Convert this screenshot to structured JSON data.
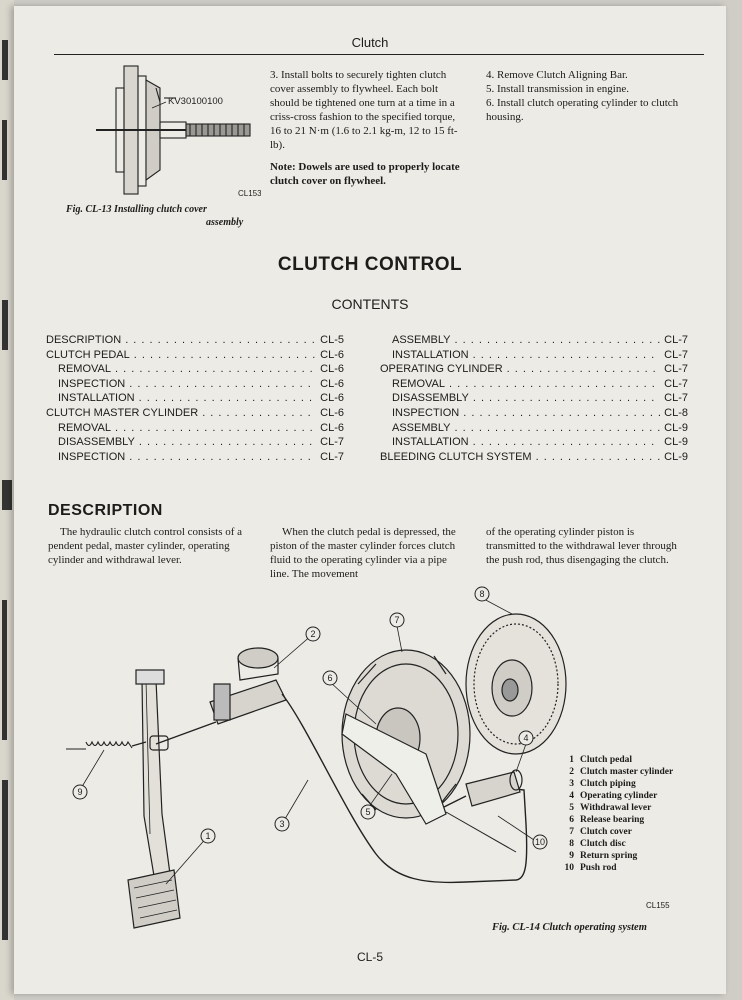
{
  "header": {
    "title": "Clutch"
  },
  "fig13": {
    "tool_code": "KV30100100",
    "ref": "CL153",
    "caption_line1": "Fig. CL-13  Installing clutch cover",
    "caption_line2": "assembly"
  },
  "install": {
    "step3": "3.  Install bolts to securely tighten clutch cover assembly to flywheel. Each bolt should be tightened one turn at a time in a criss-cross fashion to the specified torque, 16 to 21 N·m (1.6 to 2.1 kg-m, 12 to 15 ft-lb).",
    "note": "Note:  Dowels are used to properly locate clutch cover on flywheel.",
    "step4": "4.  Remove Clutch Aligning Bar.",
    "step5": "5.  Install transmission in engine.",
    "step6": "6.  Install clutch operating cylinder to clutch housing."
  },
  "section": {
    "title": "CLUTCH CONTROL",
    "contents_title": "CONTENTS"
  },
  "toc_left": [
    {
      "label": "DESCRIPTION",
      "page": "CL-5",
      "indent": false
    },
    {
      "label": "CLUTCH PEDAL",
      "page": "CL-6",
      "indent": false
    },
    {
      "label": "REMOVAL",
      "page": "CL-6",
      "indent": true
    },
    {
      "label": "INSPECTION",
      "page": "CL-6",
      "indent": true
    },
    {
      "label": "INSTALLATION",
      "page": "CL-6",
      "indent": true
    },
    {
      "label": "CLUTCH MASTER CYLINDER",
      "page": "CL-6",
      "indent": false
    },
    {
      "label": "REMOVAL",
      "page": "CL-6",
      "indent": true
    },
    {
      "label": "DISASSEMBLY",
      "page": "CL-7",
      "indent": true
    },
    {
      "label": "INSPECTION",
      "page": "CL-7",
      "indent": true
    }
  ],
  "toc_right": [
    {
      "label": "ASSEMBLY",
      "page": "CL-7",
      "indent": true
    },
    {
      "label": "INSTALLATION",
      "page": "CL-7",
      "indent": true
    },
    {
      "label": "OPERATING CYLINDER",
      "page": "CL-7",
      "indent": false
    },
    {
      "label": "REMOVAL",
      "page": "CL-7",
      "indent": true
    },
    {
      "label": "DISASSEMBLY",
      "page": "CL-7",
      "indent": true
    },
    {
      "label": "INSPECTION",
      "page": "CL-8",
      "indent": true
    },
    {
      "label": "ASSEMBLY",
      "page": "CL-9",
      "indent": true
    },
    {
      "label": "INSTALLATION",
      "page": "CL-9",
      "indent": true
    },
    {
      "label": "BLEEDING CLUTCH SYSTEM",
      "page": "CL-9",
      "indent": false
    }
  ],
  "description": {
    "heading": "DESCRIPTION",
    "col1": "The hydraulic clutch control consists of a pendent pedal, master cylinder, operating cylinder and withdrawal lever.",
    "col2": "When the clutch pedal is depressed, the piston of the master cylinder forces clutch fluid to the operating cylinder via a pipe line. The movement",
    "col3": "of the operating cylinder piston is transmitted to the withdrawal lever through the push rod, thus disengaging the clutch."
  },
  "fig14": {
    "callouts": [
      "1",
      "2",
      "3",
      "4",
      "5",
      "6",
      "7",
      "8",
      "9",
      "10"
    ],
    "legend": [
      {
        "num": "1",
        "label": "Clutch pedal"
      },
      {
        "num": "2",
        "label": "Clutch master cylinder"
      },
      {
        "num": "3",
        "label": "Clutch piping"
      },
      {
        "num": "4",
        "label": "Operating cylinder"
      },
      {
        "num": "5",
        "label": "Withdrawal lever"
      },
      {
        "num": "6",
        "label": "Release bearing"
      },
      {
        "num": "7",
        "label": "Clutch cover"
      },
      {
        "num": "8",
        "label": "Clutch disc"
      },
      {
        "num": "9",
        "label": "Return spring"
      },
      {
        "num": "10",
        "label": "Push rod"
      }
    ],
    "ref": "CL155",
    "caption": "Fig. CL-14  Clutch operating system"
  },
  "footer": {
    "page_number": "CL-5"
  }
}
